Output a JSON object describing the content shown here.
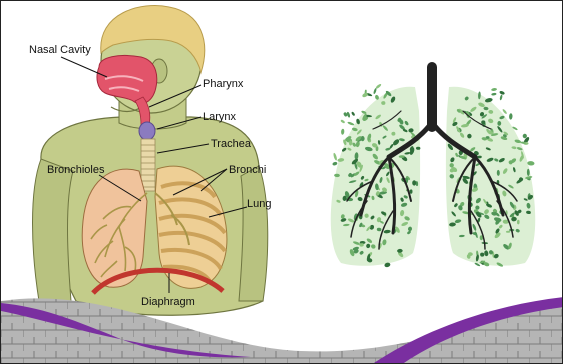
{
  "anatomy_labels": {
    "nasal_cavity": "Nasal Cavity",
    "pharynx": "Pharynx",
    "larynx": "Larynx",
    "trachea": "Trachea",
    "bronchioles": "Bronchioles",
    "bronchi": "Bronchi",
    "lung": "Lung",
    "diaphragm": "Diaphragm"
  },
  "colors": {
    "skin": "#c3cc8a",
    "hair": "#e8cf82",
    "nasal": "#e2546a",
    "larynx": "#8b7bc0",
    "lung_right": "#f0c39c",
    "lung_left": "#eecf95",
    "diaphragm": "#c1362e",
    "tree_trunk": "#222222",
    "leaf_dark": "#2f6e3a",
    "leaf_light": "#8cc37e",
    "footer_purple": "#7a2fa0",
    "footer_pave": "#9a9a9a"
  }
}
